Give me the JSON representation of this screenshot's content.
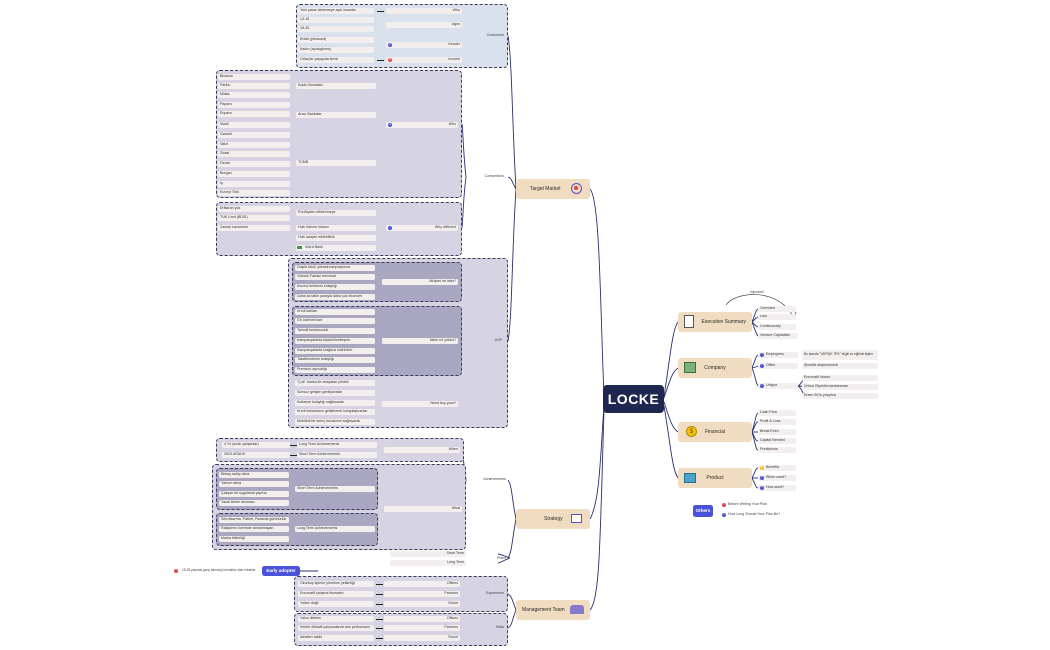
{
  "root": "LOCKE",
  "top_label": "Important",
  "target_market": {
    "label": "Target Market",
    "customers": {
      "label": "Customers",
      "rows": [
        {
          "text": "Yeni pazar dönemeye açık insanlar",
          "tag": "Who"
        },
        {
          "text": "13-18",
          "tag": "Ages"
        },
        {
          "text": "18-35",
          "tag": ""
        },
        {
          "text": "Erkek (pleasant)",
          "tag": "Gender"
        },
        {
          "text": "Kadın (apologisms)",
          "tag": ""
        },
        {
          "text": "Ortaçlısı yaşayıda kimsi",
          "tag": "Income"
        }
      ]
    },
    "competitors": {
      "label": "Competitors",
      "banks": [
        "Binance",
        "Paribu",
        "Midas",
        "Papara",
        "Enpara",
        "Mobil",
        "Garanti",
        "Vakıf",
        "Ziraat",
        "Denizi",
        "Burgan",
        "İş",
        "Kuveyt Türk"
      ],
      "groups": [
        "Kripto Borsaları",
        "Aracı Bankalar",
        "TCMB"
      ],
      "who": "Who",
      "diff_items": [
        "Erfitaran yok",
        "TUK Limit (BDSİ)",
        "Zaman kazandırır"
      ],
      "diff_groups": [
        "Portföyden etkilenmeye",
        "Hızlı ödeme imkanı",
        "Hızlı adapte edilebilirlik",
        "Sotra Bank"
      ],
      "why_diff": "Why different"
    },
    "usp": {
      "label": "USP",
      "q1": "Müşteri ne ister?",
      "q1_items": [
        "Düşük faizli, yüksek karşılaştırma",
        "Yüksek Faizsiz mevduat",
        "Avcısız kullanım kolaylığı",
        "Daha az tatim parayla daha çok ekonomi"
      ],
      "q2": "Neler mi yoktur?",
      "q2_items": [
        "Kredi kartları",
        "Ön ödemeli kart",
        "Tahmili fonlarsuzluk",
        "Kampanyalarda kişisel/özelleşme",
        "Kampanyalarda mağaza indirimleri",
        "Taksitlendirme kolaylığı",
        "Premium ayrıcalığı"
      ],
      "q3": "Need buy-your?",
      "q3_items": [
        "\"Çok\" banka ile ortaçalan yöntek",
        "Sonsuz gelişen gentlyavatar",
        "Kullanım kolaylığı sağlanarak",
        "Kredi imkanlarını geliştirerek kolaylaştıranlar",
        "Mobiledi bir sonrç iruvasının sağlayarak"
      ]
    }
  },
  "strategy": {
    "label": "Strategy",
    "when": "When",
    "when_items": [
      {
        "text": "4 Yıl (sıralı çalışanlar)",
        "tag": "Long Term Achievements"
      },
      {
        "text": "2023 ARALIK",
        "tag": "Short Term Achievements"
      }
    ],
    "achievements": "Achievements",
    "what": "What",
    "short_items": [
      "Birkaç sahip olma",
      "Yatırım alma",
      "Çalışan bir uygulama yapma",
      "Yasal izinler alınması"
    ],
    "short_label": "Short Term Achievements",
    "long_items": [
      "Sıfırdıkarma, Patent, Pazarda görünürlük",
      "Rakiplerin üzerinde donanmayan",
      "Marka bilinirliği"
    ],
    "long_label": "Long Term Achievements",
    "plans": "Plans",
    "plan_items": [
      "Short Term",
      "Long Term"
    ],
    "early_adopter": "Early adopter",
    "early_note": "15-25 yaşında genç teknoloji meraklısı olan erkekler"
  },
  "management": {
    "label": "Management Team",
    "experience": "Experience",
    "skills": "Skills",
    "exp_rows": [
      {
        "text": "Okurbuş tiplerin yönetme yetkinliği",
        "tag": "Offices"
      },
      {
        "text": "Ennovatif çalışma itismalım",
        "tag": "Partners"
      },
      {
        "text": "Yolları değil",
        "tag": "Room"
      }
    ],
    "skill_rows": [
      {
        "text": "Yakın iletisim",
        "tag": "Offices"
      },
      {
        "text": "Sektör dikkatli çalışmalarda tam performans",
        "tag": "Partners"
      },
      {
        "text": "İdeallerı takibi",
        "tag": "Room"
      }
    ]
  },
  "executive": {
    "label": "Executive Summary",
    "items": [
      "Overview",
      "Last",
      "Continuously",
      "Venture Capitalists"
    ]
  },
  "company": {
    "label": "Company",
    "items": [
      {
        "name": "Employees",
        "note": "Bu alanda \"YAPIŞIK TRK\" bilgili ve eğitimli kişiler"
      },
      {
        "name": "Office",
        "note": "Şimdilik düşünülmedi"
      },
      {
        "name": "Unique",
        "notes": [
          "Ennovatif iduzim",
          "Ürünü Ölçeklim tamlanması",
          "Erken 50'lo yüzyılca"
        ]
      }
    ]
  },
  "financial": {
    "label": "Financial",
    "items": [
      "Cash Flow",
      "Profit & Loss",
      "Break Even",
      "Capital Needed",
      "Predictions"
    ]
  },
  "product": {
    "label": "Product",
    "items": [
      "Benefits",
      "When used?",
      "How used?"
    ]
  },
  "others": {
    "label": "Others",
    "items": [
      "Before Writing Your Plan",
      "How Long Should Your Plan Be?"
    ]
  },
  "colors": {
    "root": "#1f2750",
    "main_topic": "#f0dcc0",
    "connector": "#2b2f6e",
    "group_blue": "#d9e1ec",
    "group_lavender": "#d6d4e3",
    "group_purple": "#aaa7c3",
    "node": "#f4efef",
    "accent_blue": "#4a52d8",
    "accent_red": "#e04545"
  }
}
